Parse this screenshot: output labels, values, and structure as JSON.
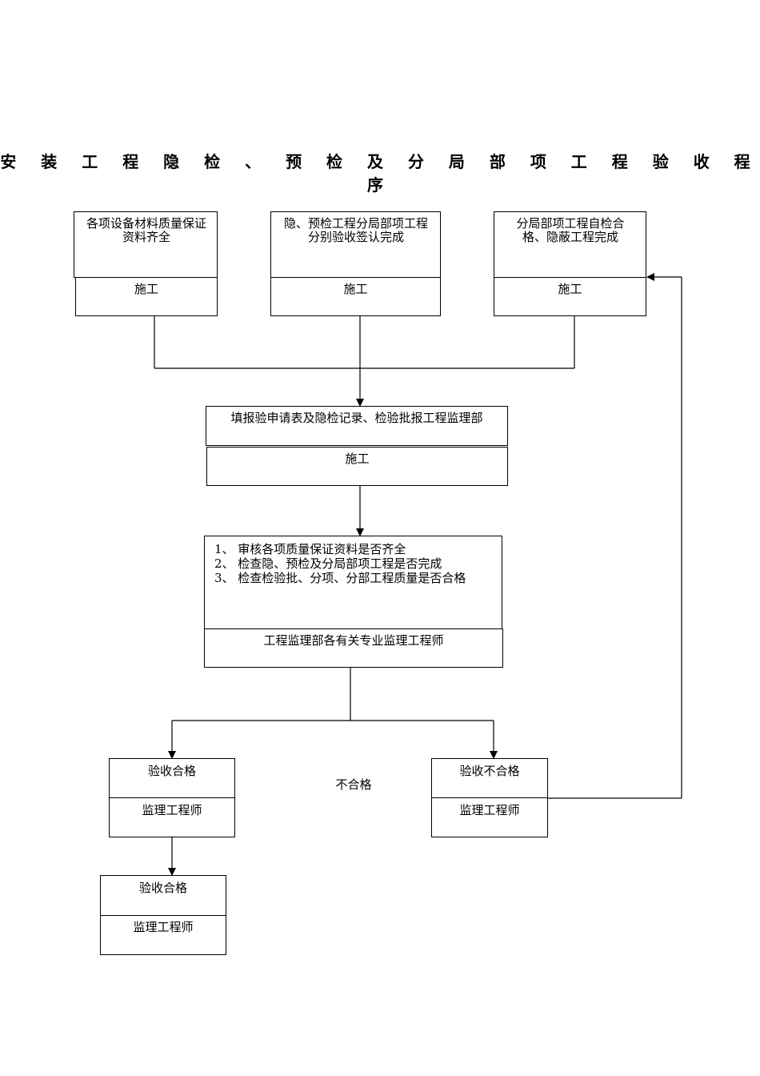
{
  "title": "安 装 工 程 隐 检 、 预 检 及 分 局 部 项 工 程 验 收 程 序",
  "boxes": {
    "b1": {
      "top": "各项设备材料质量保证资料齐全",
      "bottom": "施工"
    },
    "b2": {
      "top": "隐、预检工程分局部项工程分别验收签认完成",
      "bottom": "施工"
    },
    "b3": {
      "top": "分局部项工程自检合格、隐蔽工程完成",
      "bottom": "施工"
    },
    "b4": {
      "top": "填报验申请表及隐检记录、检验批报工程监理部",
      "bottom": "施工"
    },
    "b5": {
      "items": [
        "1、 审核各项质量保证资料是否齐全",
        "2、 检查隐、预检及分局部项工程是否完成",
        "3、 检查检验批、分项、分部工程质量是否合格"
      ],
      "bottom": "工程监理部各有关专业监理工程师"
    },
    "b6": {
      "top": "验收合格",
      "bottom": "监理工程师"
    },
    "b7": {
      "top": "验收不合格",
      "bottom": "监理工程师"
    },
    "b8": {
      "top": "验收合格",
      "bottom": "监理工程师"
    }
  },
  "labels": {
    "fail_label": "不合格"
  }
}
